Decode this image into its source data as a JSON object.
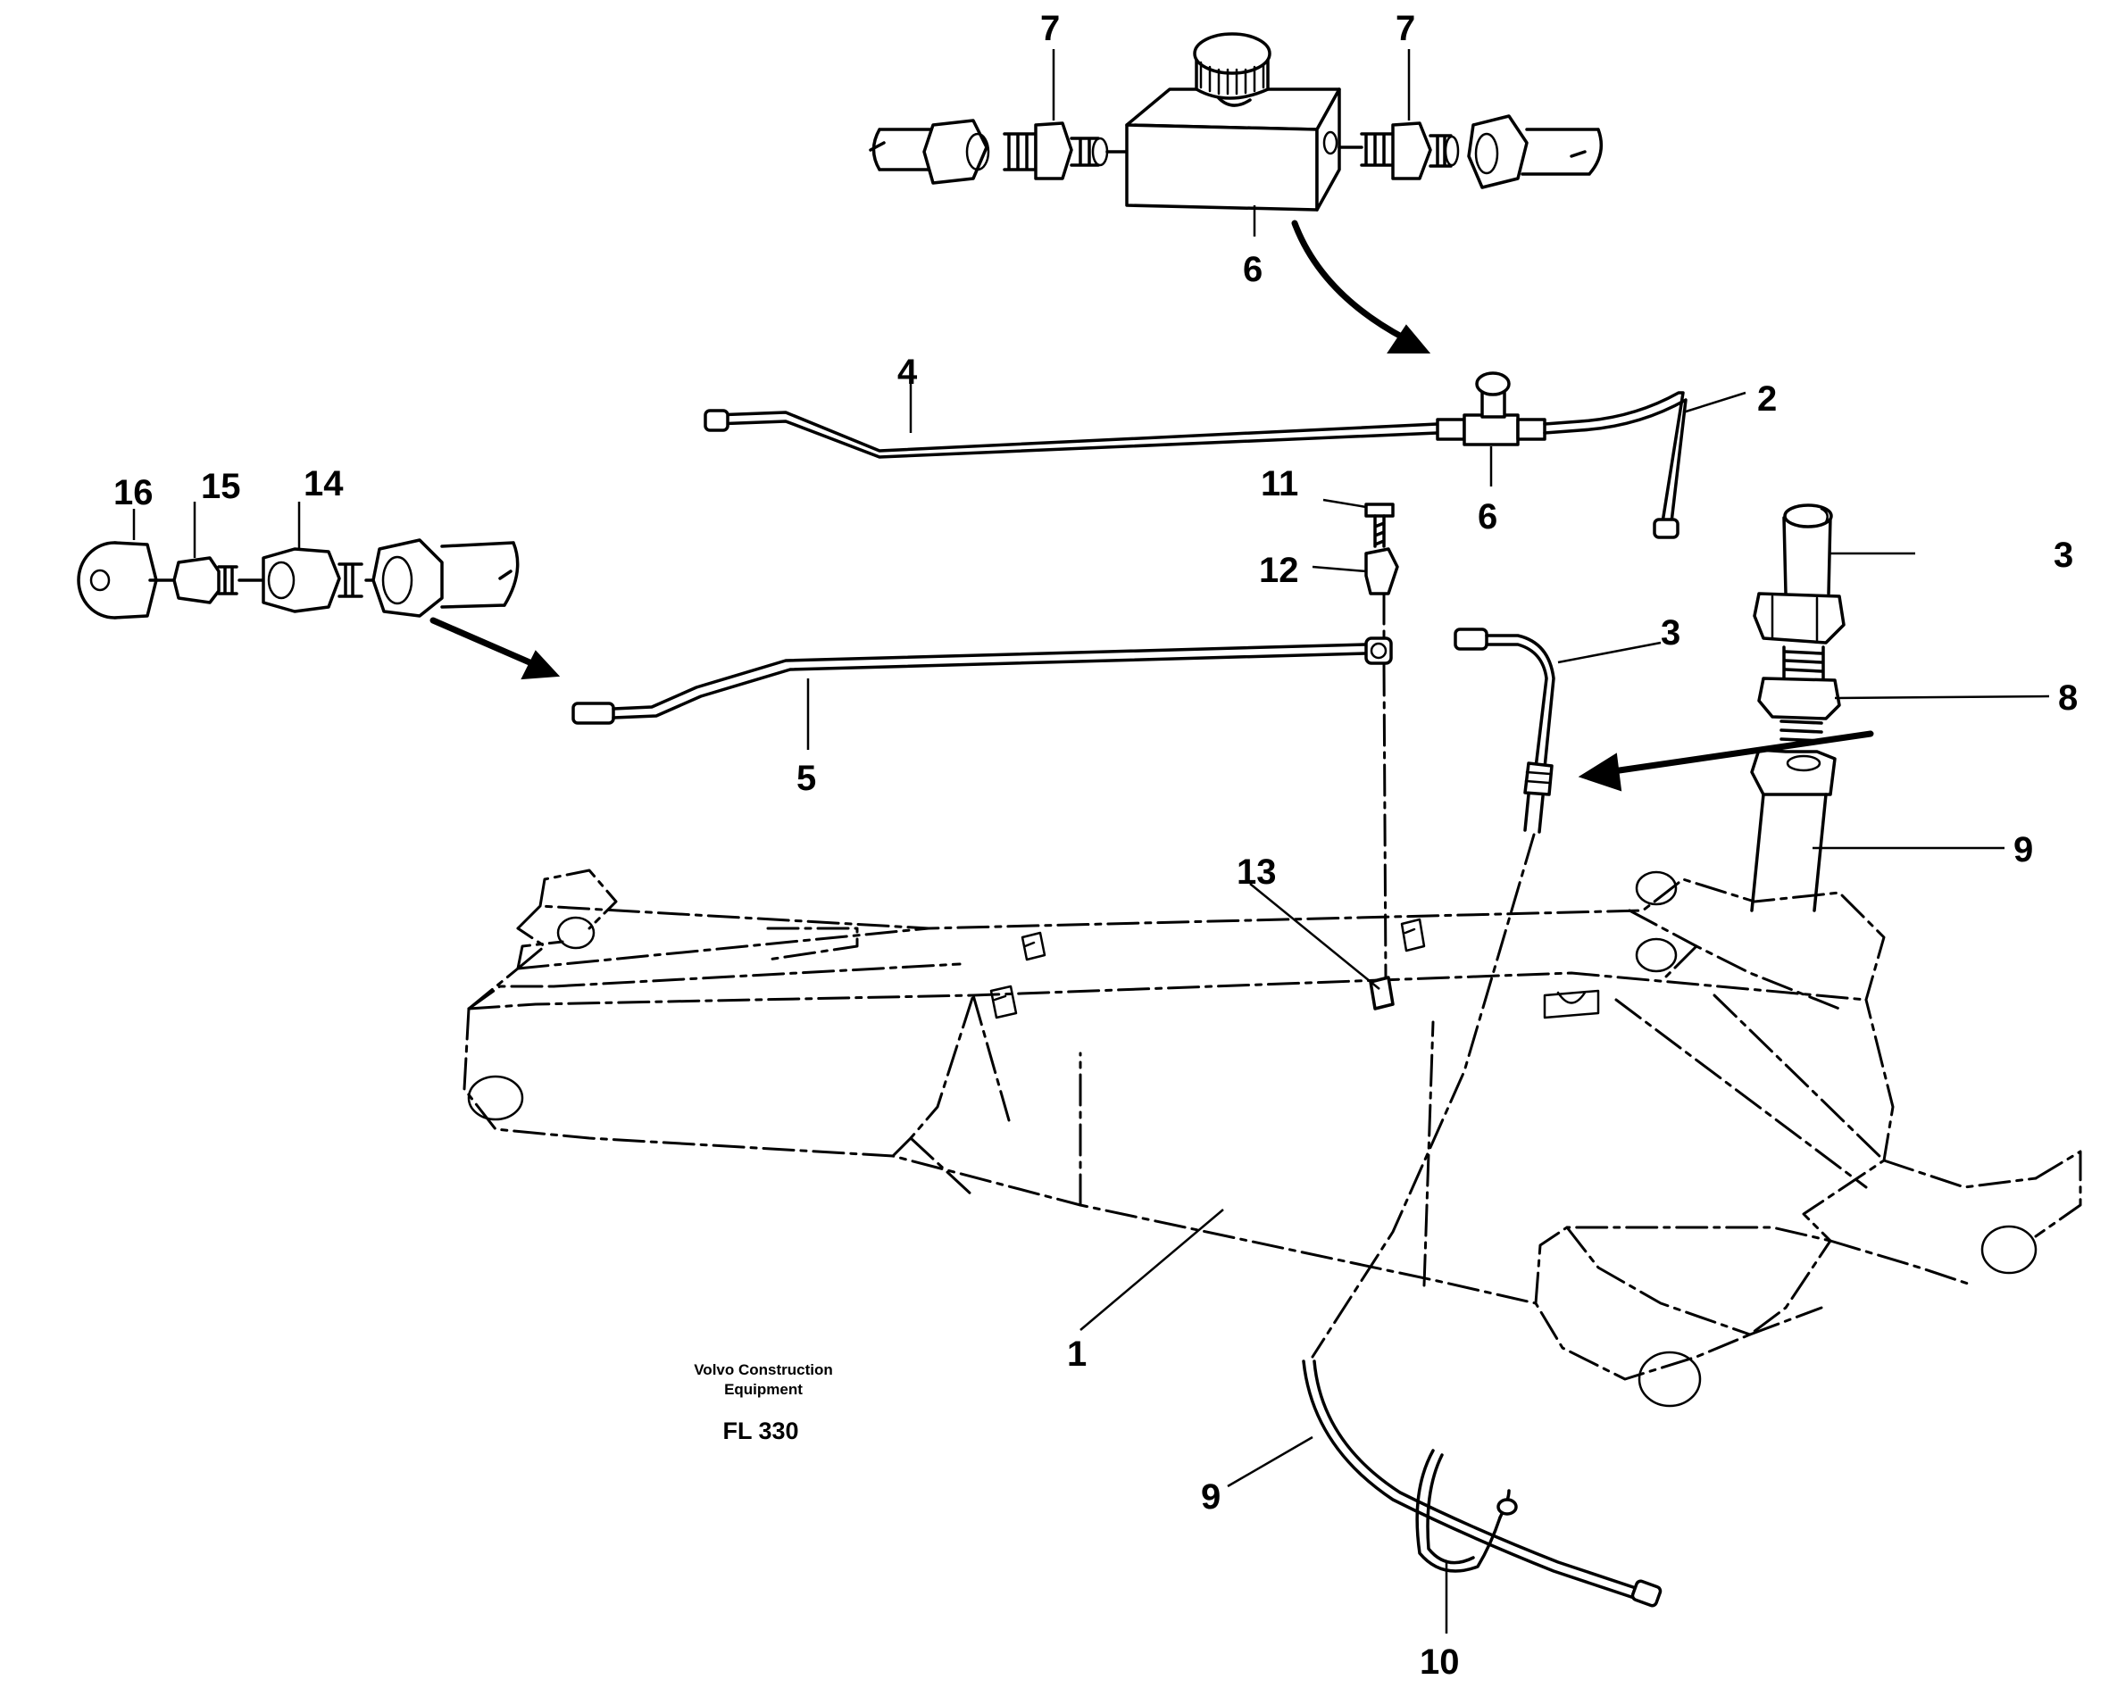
{
  "brand": {
    "line1": "Volvo Construction",
    "line2": "Equipment"
  },
  "drawing_code": "FL 330",
  "part_numbers": {
    "p1": "1",
    "p2": "2",
    "p3_a": "3",
    "p3_b": "3",
    "p4": "4",
    "p5": "5",
    "p6_a": "6",
    "p6_b": "6",
    "p7_a": "7",
    "p7_b": "7",
    "p8": "8",
    "p9_a": "9",
    "p9_b": "9",
    "p10": "10",
    "p11": "11",
    "p12": "12",
    "p13": "13",
    "p14": "14",
    "p15": "15",
    "p16": "16"
  }
}
